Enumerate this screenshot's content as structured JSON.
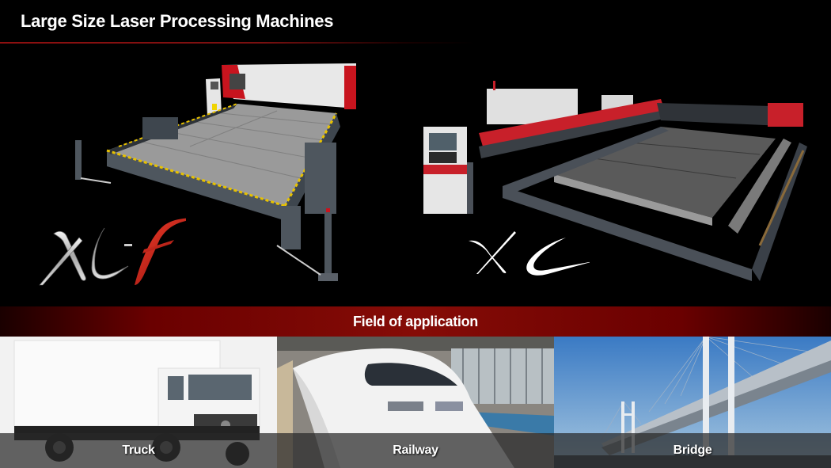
{
  "header": {
    "title": "Large Size Laser Processing Machines"
  },
  "machines": [
    {
      "name": "XL-F",
      "logo_text": "XL-F",
      "accent": "#d42a1e"
    },
    {
      "name": "XL",
      "logo_text": "XL",
      "accent": "#c8202a"
    }
  ],
  "section": {
    "label": "Field of application",
    "bar_color": "#860c07"
  },
  "applications": [
    {
      "label": "Truck"
    },
    {
      "label": "Railway"
    },
    {
      "label": "Bridge"
    }
  ],
  "colors": {
    "background": "#000000",
    "accent_red": "#8e1010",
    "caption_overlay": "rgba(40,40,40,0.72)"
  }
}
